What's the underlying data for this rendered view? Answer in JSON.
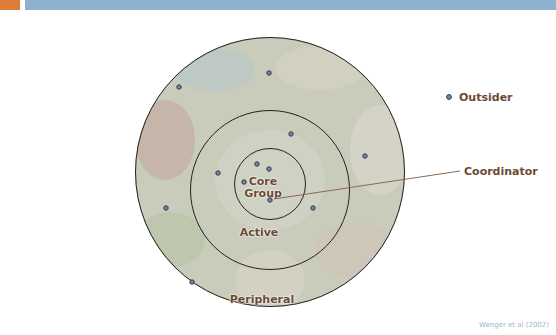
{
  "diagram": {
    "nodes": [
      {
        "text": [
          "Peripheral"
        ]
      },
      {
        "text": [
          "Active"
        ],
        "in": 0
      },
      {
        "text": [
          "Core Group"
        ],
        "in": 1
      }
    ],
    "labels": [
      "Outsider",
      "Coordinator",
      "Wenger  et al (2002)"
    ]
  }
}
